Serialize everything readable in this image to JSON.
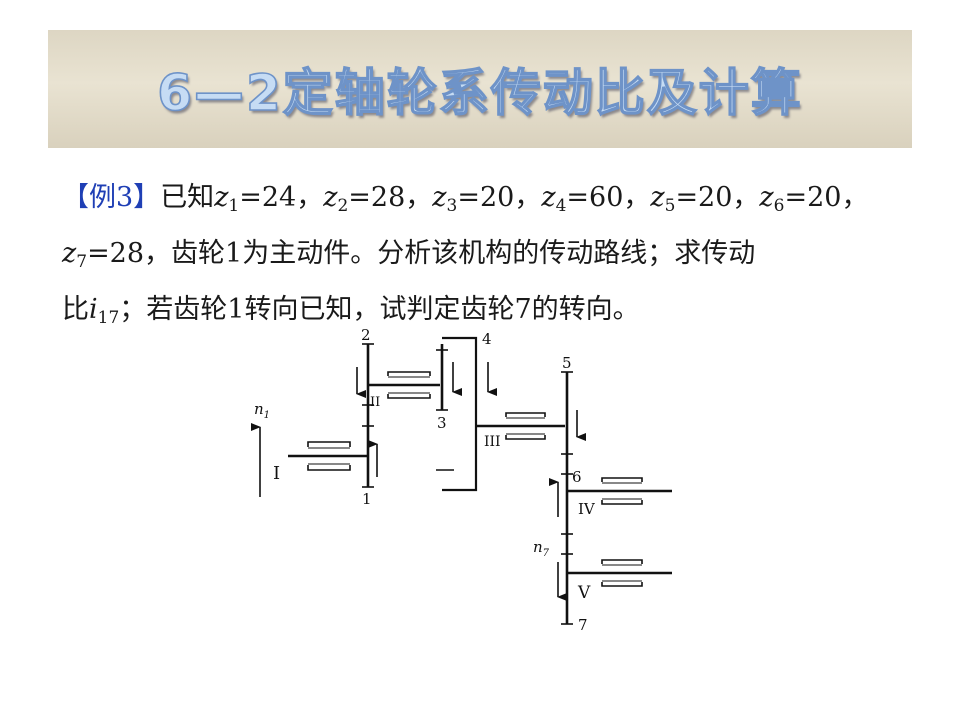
{
  "title": "6—2定轴轮系传动比及计算",
  "problem": {
    "tag": "【例3】",
    "intro": "已知",
    "givens": [
      {
        "sym": "z",
        "sub": "1",
        "val": "=24，"
      },
      {
        "sym": "z",
        "sub": "2",
        "val": "=28，"
      },
      {
        "sym": "z",
        "sub": "3",
        "val": "=20，"
      },
      {
        "sym": "z",
        "sub": "4",
        "val": "=60，"
      },
      {
        "sym": "z",
        "sub": "5",
        "val": "=20，"
      },
      {
        "sym": "z",
        "sub": "6",
        "val": "=20，"
      },
      {
        "sym": "z",
        "sub": "7",
        "val": "=28，"
      }
    ],
    "line2_rest": "齿轮1为主动件。分析该机构的传动路线；求传动",
    "line3_start": "比",
    "ratio_sym": "i",
    "ratio_sub": "17",
    "line3_rest": "；若齿轮1转向已知，试判定齿轮7的转向。"
  },
  "diagram": {
    "gear_labels": [
      "1",
      "2",
      "3",
      "4",
      "5",
      "6",
      "7"
    ],
    "shaft_labels": [
      "I",
      "II",
      "III",
      "IV",
      "V"
    ],
    "speed_labels": {
      "n1": "n",
      "n1_sub": "1",
      "n7": "n",
      "n7_sub": "7"
    }
  }
}
